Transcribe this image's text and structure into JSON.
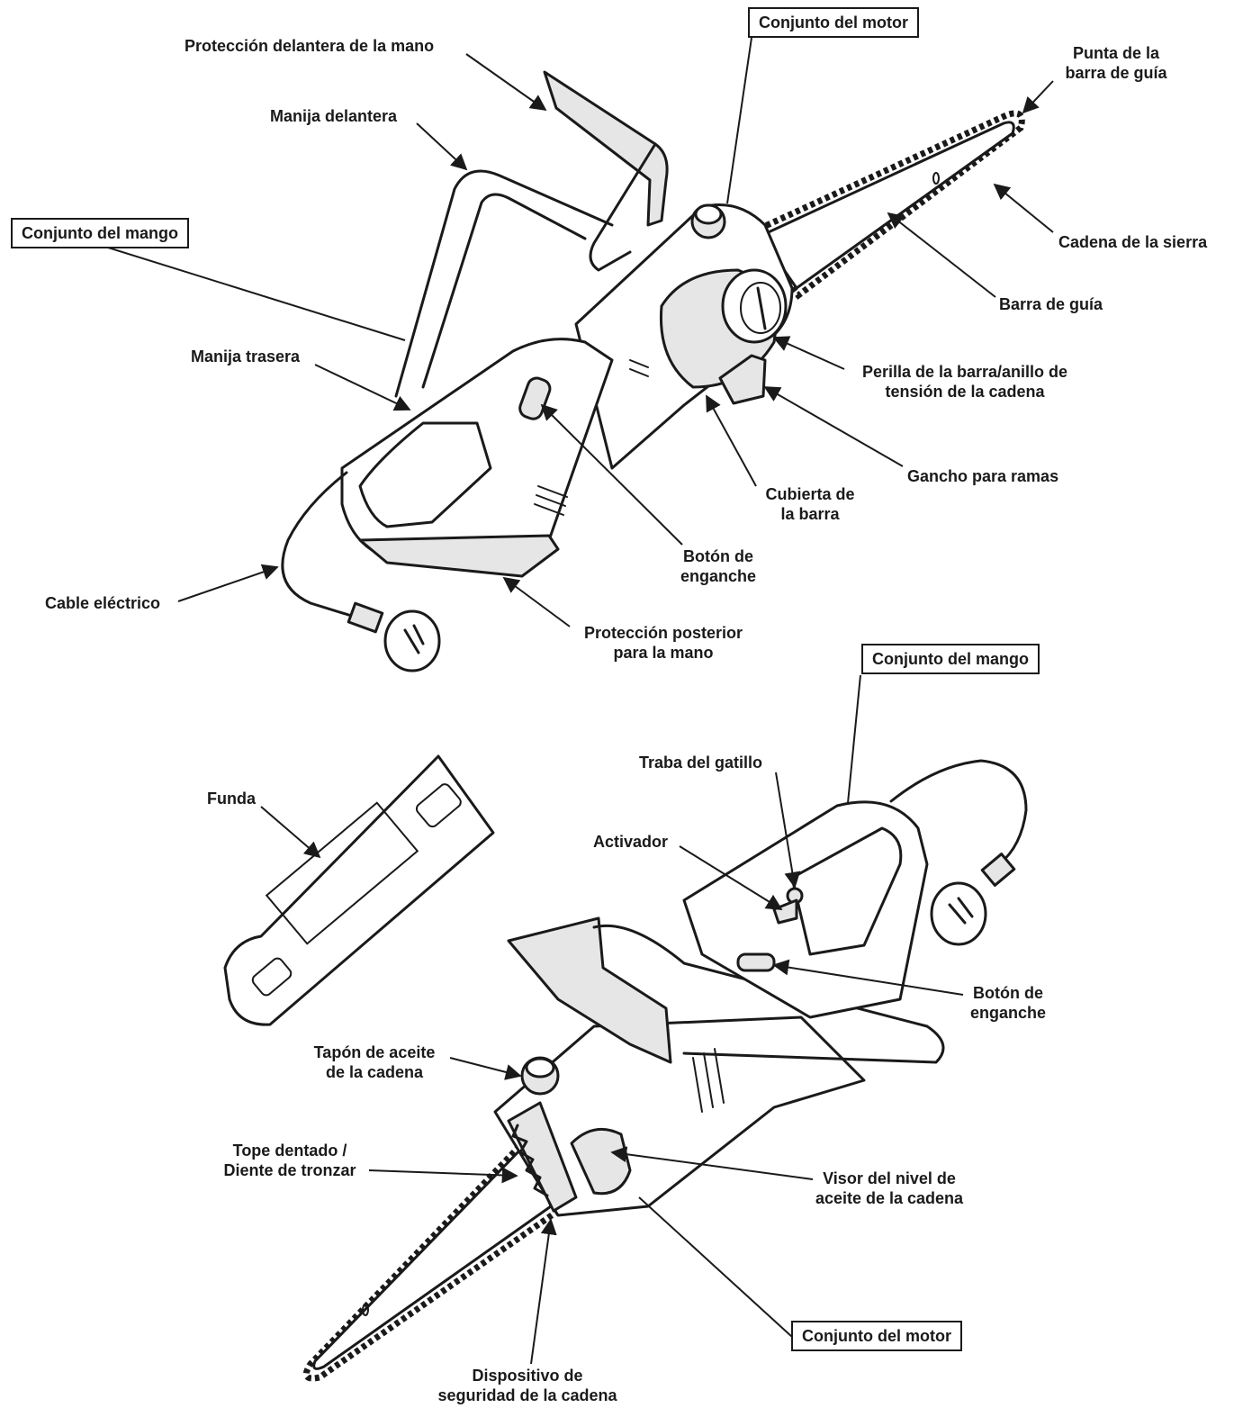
{
  "top_view": {
    "proteccion_delantera": "Protección delantera de la mano",
    "manija_delantera": "Manija delantera",
    "conjunto_mango": "Conjunto del mango",
    "manija_trasera": "Manija trasera",
    "cable_electrico": "Cable eléctrico",
    "conjunto_motor": "Conjunto del motor",
    "punta_barra": [
      "Punta de la",
      "barra de guía"
    ],
    "cadena_sierra": "Cadena de la sierra",
    "barra_guia": "Barra de guía",
    "perilla": [
      "Perilla de la barra/anillo de",
      "tensión de la cadena"
    ],
    "gancho": "Gancho para ramas",
    "cubierta_barra": [
      "Cubierta de",
      "la barra"
    ],
    "boton_enganche": [
      "Botón de",
      "enganche"
    ],
    "proteccion_posterior": [
      "Protección posterior",
      "para la mano"
    ]
  },
  "bottom_view": {
    "conjunto_mango": "Conjunto del mango",
    "traba_gatillo": "Traba del gatillo",
    "activador": "Activador",
    "funda": "Funda",
    "boton_enganche": [
      "Botón de",
      "enganche"
    ],
    "tapon_aceite": [
      "Tapón de aceite",
      "de la cadena"
    ],
    "tope_dentado": [
      "Tope dentado /",
      "Diente de tronzar"
    ],
    "visor_aceite": [
      "Visor del nivel de",
      "aceite de la cadena"
    ],
    "conjunto_motor": "Conjunto del motor",
    "dispositivo_seguridad": [
      "Dispositivo de",
      "seguridad de la cadena"
    ]
  }
}
